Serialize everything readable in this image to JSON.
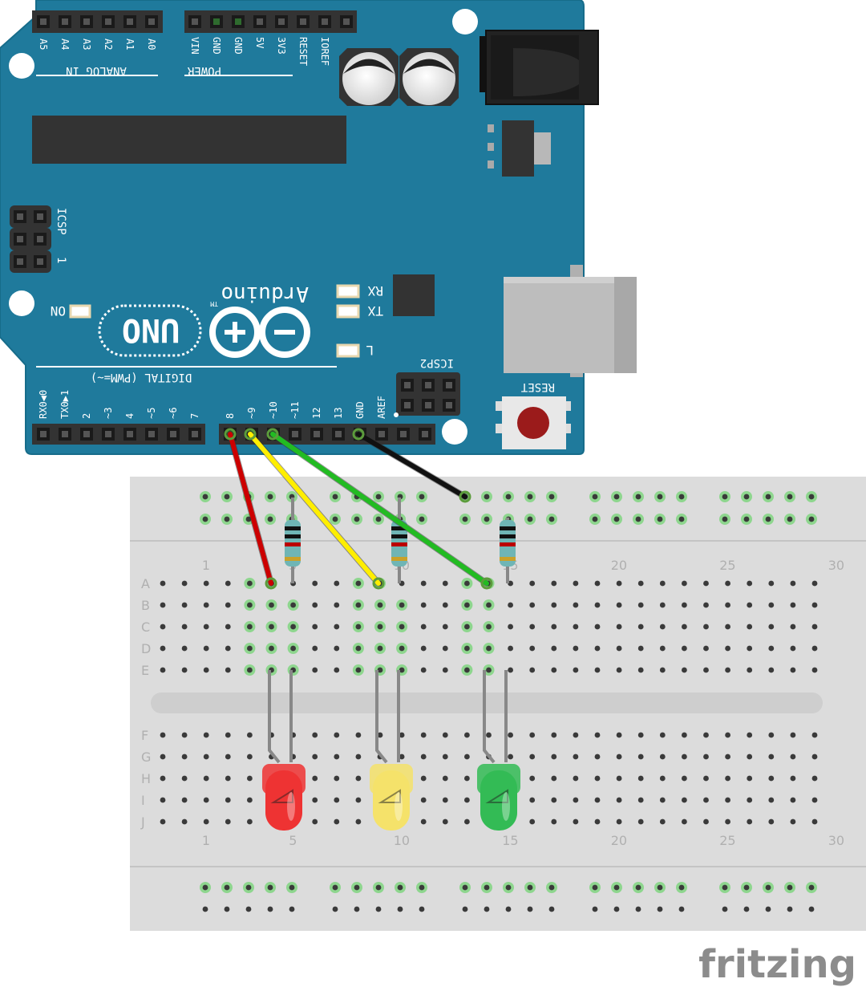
{
  "board": {
    "analog_pins": [
      "A5",
      "A4",
      "A3",
      "A2",
      "A1",
      "A0"
    ],
    "analog_label": "ANALOG IN",
    "power_pins": [
      "VIN",
      "GND",
      "GND",
      "5V",
      "3V3",
      "RESET",
      "IOREF"
    ],
    "power_label": "POWER",
    "digital_pins_left": [
      "RX0◀0",
      "TX0▶1",
      "2",
      "~3",
      "4",
      "~5",
      "~6",
      "7"
    ],
    "digital_pins_right": [
      "8",
      "~9",
      "~10",
      "~11",
      "12",
      "13",
      "GND",
      "AREF"
    ],
    "digital_label": "DIGITAL (PWM=~)",
    "logo_text": "Arduino",
    "logo_tm": "TM",
    "uno_text": "UNO",
    "icsp_label": "ICSP",
    "icsp_pin": "1",
    "icsp2_label": "ICSP2",
    "rx_label": "RX",
    "tx_label": "TX",
    "l_label": "L",
    "on_label": "ON",
    "reset_label": "RESET",
    "colors": {
      "board": "#1f7a9c",
      "board_edge": "#176c8a",
      "header": "#333333"
    }
  },
  "breadboard": {
    "row_labels": [
      "A",
      "B",
      "C",
      "D",
      "E",
      "F",
      "G",
      "H",
      "I",
      "J"
    ],
    "column_numbers": [
      "1",
      "5",
      "10",
      "15",
      "20",
      "25",
      "30"
    ]
  },
  "wires": [
    {
      "from": "8",
      "color": "#cc0000"
    },
    {
      "from": "~9",
      "color": "#ffee00"
    },
    {
      "from": "~10",
      "color": "#22bb22"
    },
    {
      "from": "GND",
      "color": "#111111"
    }
  ],
  "leds": [
    {
      "color": "red",
      "fill": "#ee3333"
    },
    {
      "color": "yellow",
      "fill": "#f5e26a"
    },
    {
      "color": "green",
      "fill": "#33bb55"
    }
  ],
  "watermark": "fritzing"
}
